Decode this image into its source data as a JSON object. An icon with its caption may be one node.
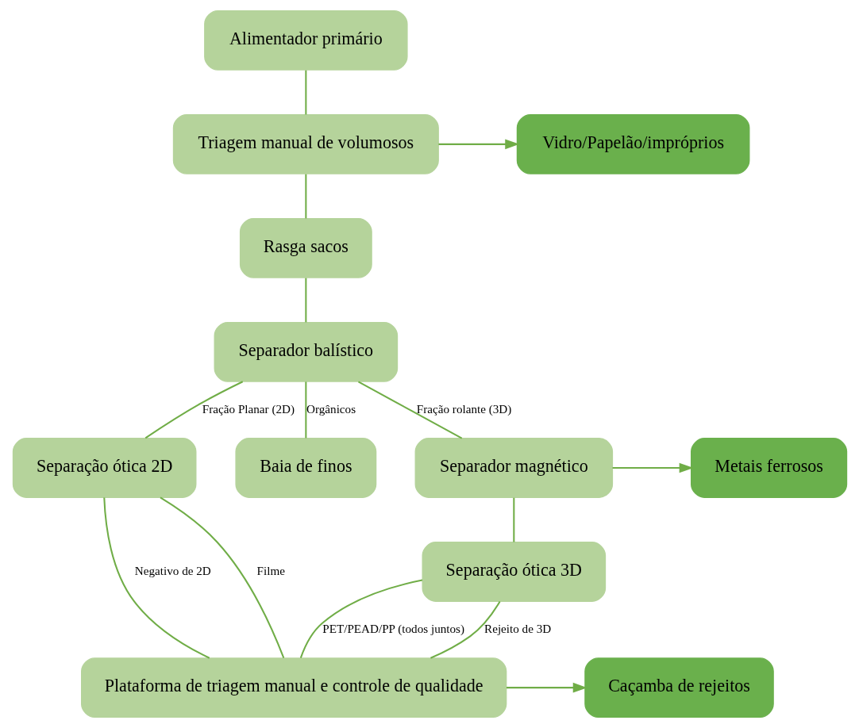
{
  "diagram": {
    "nodes": [
      {
        "text": [
          "Alimentador primário"
        ]
      },
      {
        "text": [
          "Triagem manual de volumosos"
        ]
      },
      {
        "text": [
          "Vidro/Papelão/impróprios"
        ]
      },
      {
        "text": [
          "Rasga sacos"
        ]
      },
      {
        "text": [
          "Separador balístico"
        ]
      },
      {
        "text": [
          "Separação ótica 2D"
        ]
      },
      {
        "text": [
          "Baia de finos"
        ]
      },
      {
        "text": [
          "Separador magnético"
        ]
      },
      {
        "text": [
          "Metais ferrosos"
        ]
      },
      {
        "text": [
          "Separação ótica 3D"
        ]
      },
      {
        "text": [
          "Plataforma de triagem manual e controle de qualidade"
        ]
      },
      {
        "text": [
          "Caçamba de rejeitos"
        ]
      }
    ],
    "edges": [
      {
        "from": 0,
        "to": 1,
        "arrow": "none"
      },
      {
        "from": 1,
        "to": 2,
        "arrow": "to"
      },
      {
        "from": 1,
        "to": 3,
        "arrow": "none"
      },
      {
        "from": 3,
        "to": 4,
        "arrow": "none"
      },
      {
        "from": 4,
        "to": 5,
        "arrow": "none",
        "label": "Fração Planar (2D)"
      },
      {
        "from": 4,
        "to": 6,
        "arrow": "none",
        "label": "Orgânicos"
      },
      {
        "from": 4,
        "to": 7,
        "arrow": "none",
        "label": "Fração rolante (3D)"
      },
      {
        "from": 7,
        "to": 8,
        "arrow": "to"
      },
      {
        "from": 7,
        "to": 9,
        "arrow": "none"
      },
      {
        "from": 5,
        "to": 10,
        "arrow": "none",
        "label": "Negativo de 2D"
      },
      {
        "from": 5,
        "to": 10,
        "arrow": "none",
        "label": "Filme"
      },
      {
        "from": 9,
        "to": 10,
        "arrow": "none",
        "label": "PET/PEAD/PP (todos juntos)"
      },
      {
        "from": 9,
        "to": 10,
        "arrow": "none",
        "label": "Rejeito de 3D"
      },
      {
        "from": 10,
        "to": 11,
        "arrow": "to"
      }
    ]
  }
}
